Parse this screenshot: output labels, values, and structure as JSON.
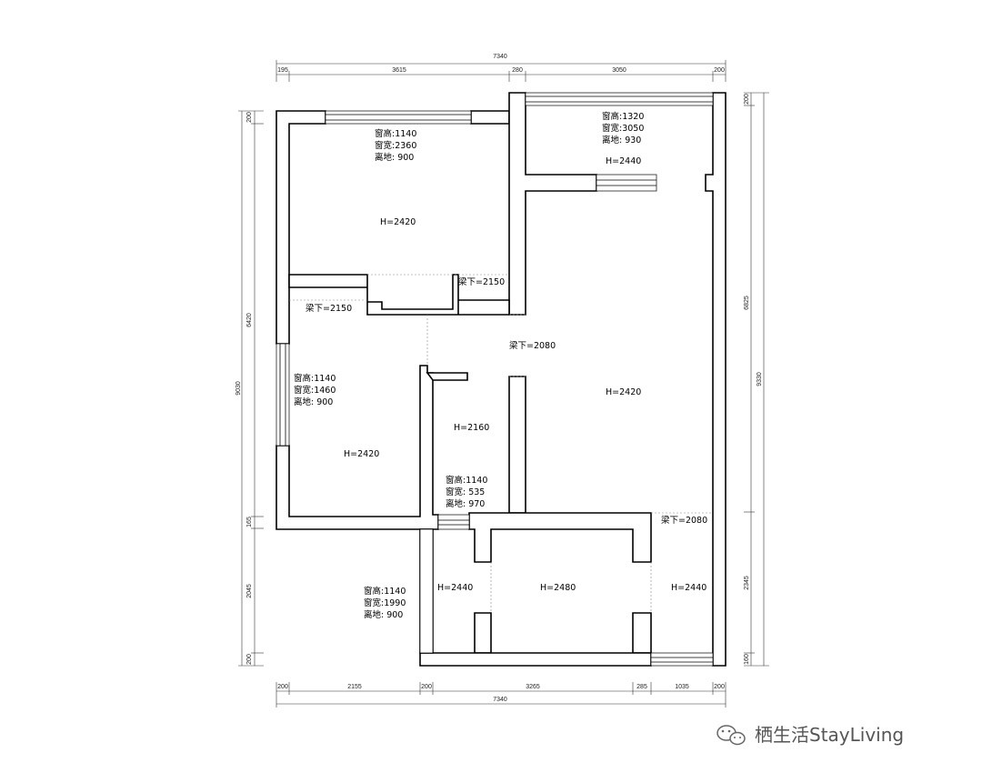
{
  "dimensions": {
    "top_total": "7340",
    "top_segments": [
      "195",
      "3615",
      "280",
      "3050",
      "200"
    ],
    "bottom_segments": [
      "200",
      "2155",
      "200",
      "3265",
      "285",
      "1035",
      "200"
    ],
    "bottom_total": "7340",
    "left_outer": "9030",
    "left_segments": [
      "200",
      "6420",
      "165",
      "2045",
      "200"
    ],
    "right_segments": [
      "200",
      "6825",
      "2345",
      "160"
    ],
    "right_outer": "9330"
  },
  "rooms": {
    "bedroom_top_left": {
      "window_height": "窗高:1140",
      "window_width": "窗宽:2360",
      "sill": "离地: 900",
      "ceiling": "H=2420"
    },
    "balcony_top_right": {
      "window_height": "窗高:1320",
      "window_width": "窗宽:3050",
      "sill": "离地: 930",
      "ceiling": "H=2440"
    },
    "bedroom_left": {
      "window_height": "窗高:1140",
      "window_width": "窗宽:1460",
      "sill": "离地: 900",
      "ceiling": "H=2420"
    },
    "living_room": {
      "ceiling": "H=2420"
    },
    "corridor": {
      "ceiling": "H=2160",
      "window_height": "窗高:1140",
      "window_width": "窗宽: 535",
      "sill": "离地: 970"
    },
    "bathroom": {
      "ceiling": "H=2440"
    },
    "kitchen": {
      "ceiling": "H=2480"
    },
    "entry": {
      "ceiling": "H=2440"
    },
    "bottom_window": {
      "window_height": "窗高:1140",
      "window_width": "窗宽:1990",
      "sill": "离地: 900"
    }
  },
  "beams": {
    "beam_center_top": "梁下=2150",
    "beam_left": "梁下=2150",
    "beam_living": "梁下=2080",
    "beam_entry": "梁下=2080"
  },
  "watermark": {
    "icon": "wechat-icon",
    "text": "栖生活StayLiving"
  }
}
